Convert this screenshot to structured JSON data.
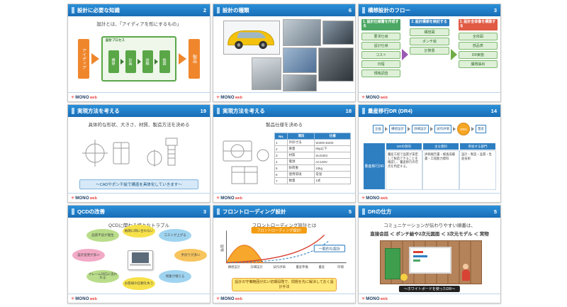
{
  "page_bg": "#ffffff",
  "accent_blue": "#1e7dc8",
  "logo": {
    "mark": "✳",
    "text": "MONO",
    "suffix": "web"
  },
  "slides": [
    {
      "title": "設計に必要な知識",
      "page": "2",
      "intro": "設計とは、「アイディアを形にするもの」",
      "diagram": {
        "input_label": "アイディア",
        "box_title": "設計プロセス",
        "steps": [
          "構想",
          "計画",
          "詳細",
          "検図"
        ],
        "output_label": "製品"
      }
    },
    {
      "title": "設計の種類",
      "page": "6"
    },
    {
      "title": "構想設計のフロー",
      "page": "3",
      "columns": [
        {
          "num": "1.",
          "head": "設計仕様書を作成する",
          "color": "#4ca864",
          "items": [
            "要求仕様",
            "設計仕様",
            "コスト",
            "日程",
            "規格調査"
          ]
        },
        {
          "num": "2.",
          "head": "設計構想を検討する",
          "color": "#2e7fc2",
          "items": [
            "構想図",
            "ポンチ絵",
            "計算書"
          ]
        },
        {
          "num": "3.",
          "head": "設計全体像を構築する",
          "color": "#e05a44",
          "items": [
            "全体図",
            "部品表",
            "DR実施",
            "課題抽出"
          ]
        }
      ]
    },
    {
      "title": "実現方法を考える",
      "page": "19",
      "intro": "具体的な形状、大きさ、材質、製造方法を決める",
      "note": "〜CADやポンチ絵で構造を具体化していきます〜"
    },
    {
      "title": "実現方法を考える",
      "page": "18",
      "intro": "製品仕様を決める",
      "table": {
        "headers": [
          "No.",
          "項目",
          "仕様"
        ],
        "rows": [
          [
            "1",
            "外形寸法",
            "W300×D200"
          ],
          [
            "2",
            "重量",
            "5kg以下"
          ],
          [
            "3",
            "材質",
            "SUS304"
          ],
          [
            "4",
            "電源",
            "AC100V"
          ],
          [
            "5",
            "耐荷重",
            "10kg"
          ],
          [
            "6",
            "使用環境",
            "常温"
          ],
          [
            "7",
            "数量",
            "1式"
          ]
        ]
      }
    },
    {
      "title": "量産移行DR (DR4)",
      "page": "14",
      "flow": [
        "企画",
        "構想設計",
        "詳細設計",
        "試作評価",
        "DR4",
        "量産"
      ],
      "table": {
        "stub": "量産移行DR",
        "headers": [
          "DRの目的",
          "主な資料",
          "参加する部門"
        ],
        "cells": [
          "量産工程で品質が安定して製造できることを確認し、量産移行の可否を判定する。",
          "評価報告書・検査成績書・工程能力資料",
          "設計・製造・品質・生産技術"
        ]
      }
    },
    {
      "title": "QCDの改善",
      "page": "3",
      "intro": "QCDに関わる様々なトラブル",
      "petals": [
        {
          "text": "品質不良が発生",
          "color": "#b9dd8a"
        },
        {
          "text": "納期に間に合わない",
          "color": "#f7e14a"
        },
        {
          "text": "コストが上がる",
          "color": "#9fd4f0"
        },
        {
          "text": "設計変更が多い",
          "color": "#f2aac6"
        },
        {
          "text": "手戻りが多い",
          "color": "#f7c45e"
        },
        {
          "text": "クレーム対応に追われる",
          "color": "#b9dd8a"
        },
        {
          "text": "お客様の信頼を失う",
          "color": "#f7e14a"
        },
        {
          "text": "残業が増える",
          "color": "#9fd4f0"
        }
      ]
    },
    {
      "title": "フロントローディング設計",
      "page": "5",
      "intro": "フロントローディング設計とは",
      "chart": {
        "ylabel": "負荷",
        "xlabel_end": "時間",
        "stages": [
          "構想設計",
          "詳細設計",
          "試作評価",
          "量産準備",
          "量産"
        ],
        "front_label": "フロントローディング設計!",
        "normal_label": "一般的な設計",
        "callout": "設計の守備範囲が広い初期段階で、問題を先に解決しておく設計手法"
      }
    },
    {
      "title": "DRの仕方",
      "page": "5",
      "intro": "コミュニケーションが伝わりやすい順番は、",
      "formula": "直接会話 ＜ ポンチ絵や2次元図面 ＜ 3次元モデル ＜ 実物",
      "caption": "〜ホワイトボードを使ったDR〜"
    }
  ]
}
